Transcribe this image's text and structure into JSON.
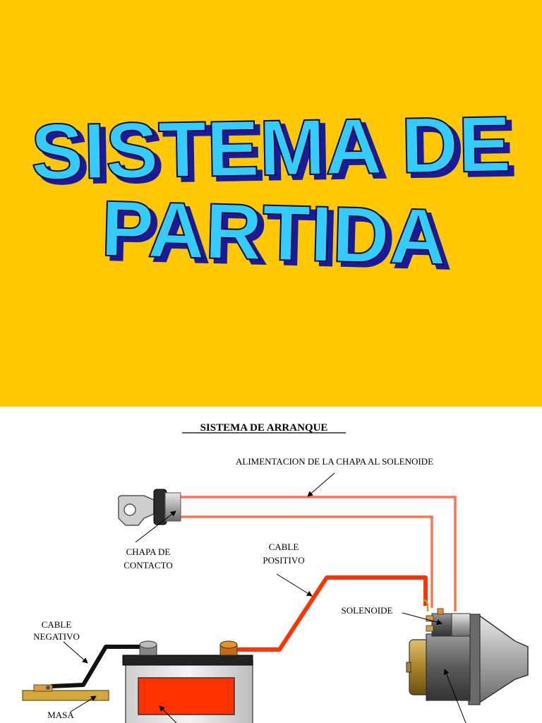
{
  "title": {
    "line1": "SISTEMA DE",
    "line2": "PARTIDA",
    "fill_color": "#33ccff",
    "shadow_color": "#1a1aa0"
  },
  "background_color": "#ffc800",
  "diagram": {
    "heading": "SISTEMA DE ARRANQUE",
    "labels": {
      "feed": "ALIMENTACION DE LA CHAPA AL SOLENOIDE",
      "ignition_1": "CHAPA DE",
      "ignition_2": "CONTACTO",
      "positive_1": "CABLE",
      "positive_2": "POSITIVO",
      "solenoid": "SOLENOIDE",
      "negative_1": "CABLE",
      "negative_2": "NEGATIVO",
      "ground": "MASA"
    },
    "colors": {
      "positive_cable": "#ff3300",
      "negative_cable": "#111111",
      "battery_panel": "#ff3300",
      "ground_plate": "#d4a93a"
    }
  }
}
